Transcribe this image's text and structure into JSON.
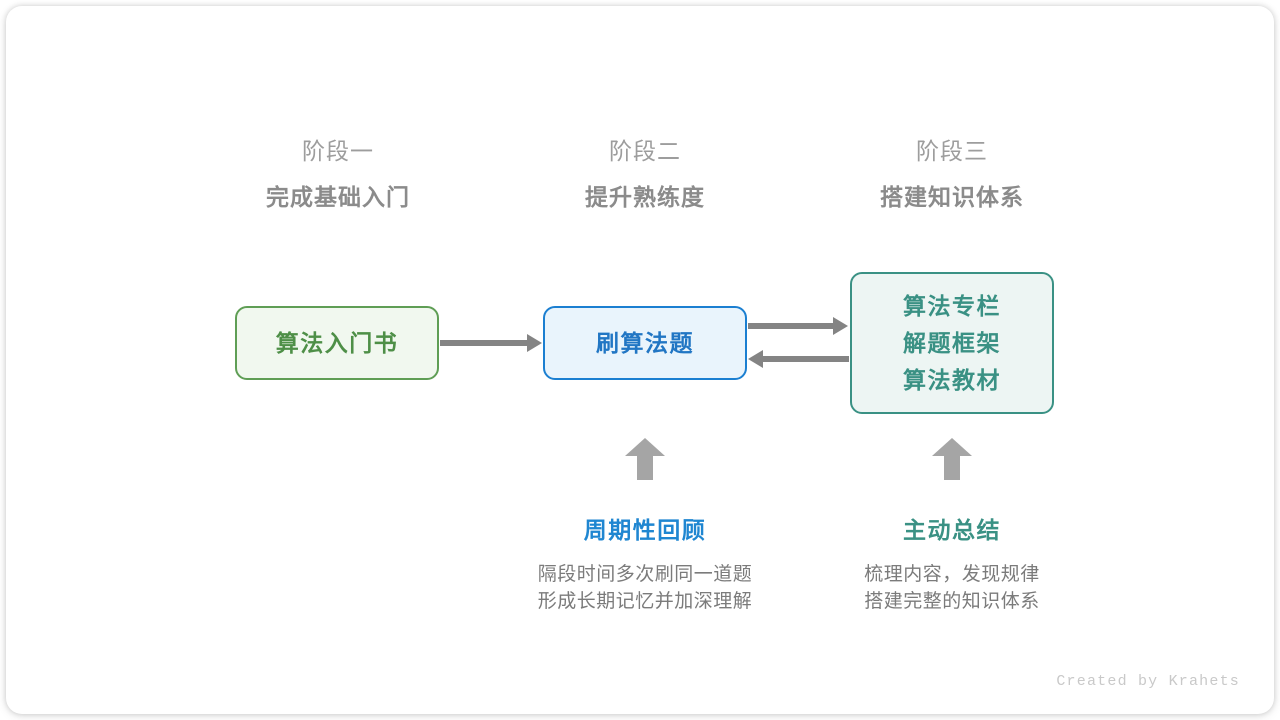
{
  "stages": [
    {
      "name": "阶段一",
      "goal": "完成基础入门"
    },
    {
      "name": "阶段二",
      "goal": "提升熟练度"
    },
    {
      "name": "阶段三",
      "goal": "搭建知识体系"
    }
  ],
  "nodes": {
    "book": {
      "lines": [
        "算法入门书"
      ]
    },
    "practice": {
      "lines": [
        "刷算法题"
      ]
    },
    "resources": {
      "lines": [
        "算法专栏",
        "解题框架",
        "算法教材"
      ]
    }
  },
  "habits": [
    {
      "title": "周期性回顾",
      "desc_line1": "隔段时间多次刷同一道题",
      "desc_line2": "形成长期记忆并加深理解"
    },
    {
      "title": "主动总结",
      "desc_line1": "梳理内容，发现规律",
      "desc_line2": "搭建完整的知识体系"
    }
  ],
  "footer": {
    "credit": "Created by Krahets"
  },
  "colors": {
    "green": "#4e8f47",
    "green_border": "#5f9e55",
    "green_fill": "#f1f8ef",
    "blue": "#2176c4",
    "blue_border": "#1b7fd1",
    "blue_fill": "#e9f4fc",
    "teal": "#3a9184",
    "teal_fill": "#edf5f3",
    "arrow_gray": "#848484",
    "up_arrow_gray": "#a5a5a5",
    "stage_name_gray": "#9d9d9d",
    "stage_goal_gray": "#8b8b8b",
    "desc_gray": "#7b7b7b",
    "credit_gray": "#c9c9c9"
  }
}
